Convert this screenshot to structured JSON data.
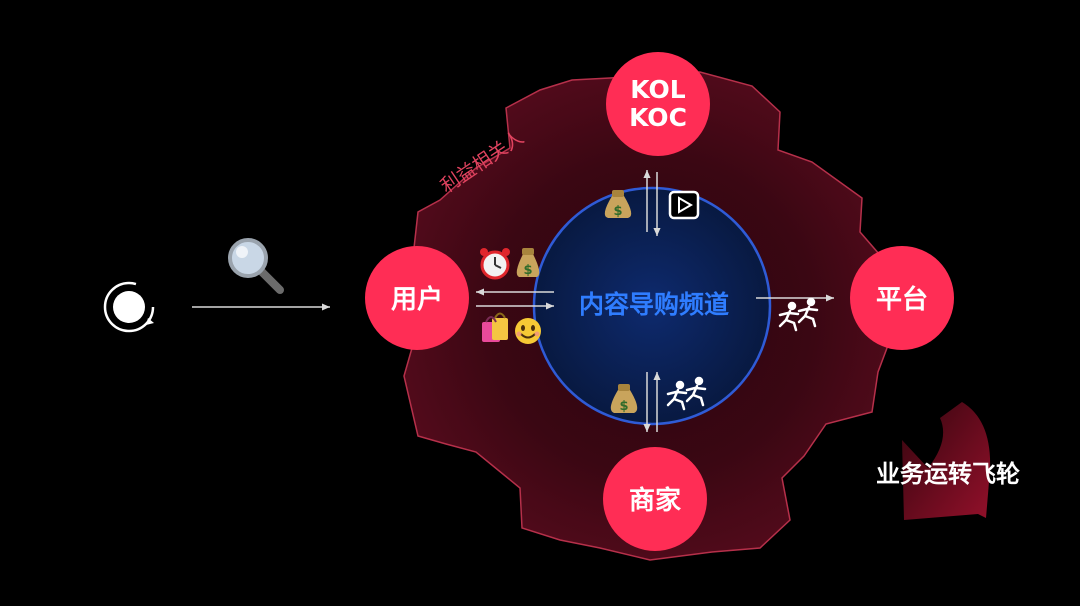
{
  "stakeholder_label": "利益相关人",
  "center_label": "内容导购频道",
  "flywheel_label": "业务运转飞轮",
  "nodes": {
    "kol": {
      "line1": "KOL",
      "line2": "KOC"
    },
    "user": "用户",
    "platform": "平台",
    "merchant": "商家"
  },
  "colors": {
    "background": "#000000",
    "node": "#ff2d55",
    "gear_fill": "#4a0a18",
    "gear_stroke": "#c0334f",
    "center_fill": "#0c1f52",
    "center_stroke": "#2f5bd6",
    "center_text": "#2f7dff",
    "arrow": "#d9d9d9",
    "stakeholder_text": "#e0435f",
    "flywheel_arrow": "#8a1028"
  },
  "icons": {
    "loop_source": "loop-circle-icon",
    "search": "magnifier-icon",
    "kol_money": "money-bag-icon",
    "kol_video": "play-button-icon",
    "user_alarm": "alarm-clock-icon",
    "user_money": "money-bag-icon",
    "user_shopping": "shopping-bags-icon",
    "user_smile": "smiling-face-icon",
    "platform_runners": "running-people-icon",
    "merchant_money": "money-bag-icon",
    "merchant_runners": "running-people-icon"
  }
}
